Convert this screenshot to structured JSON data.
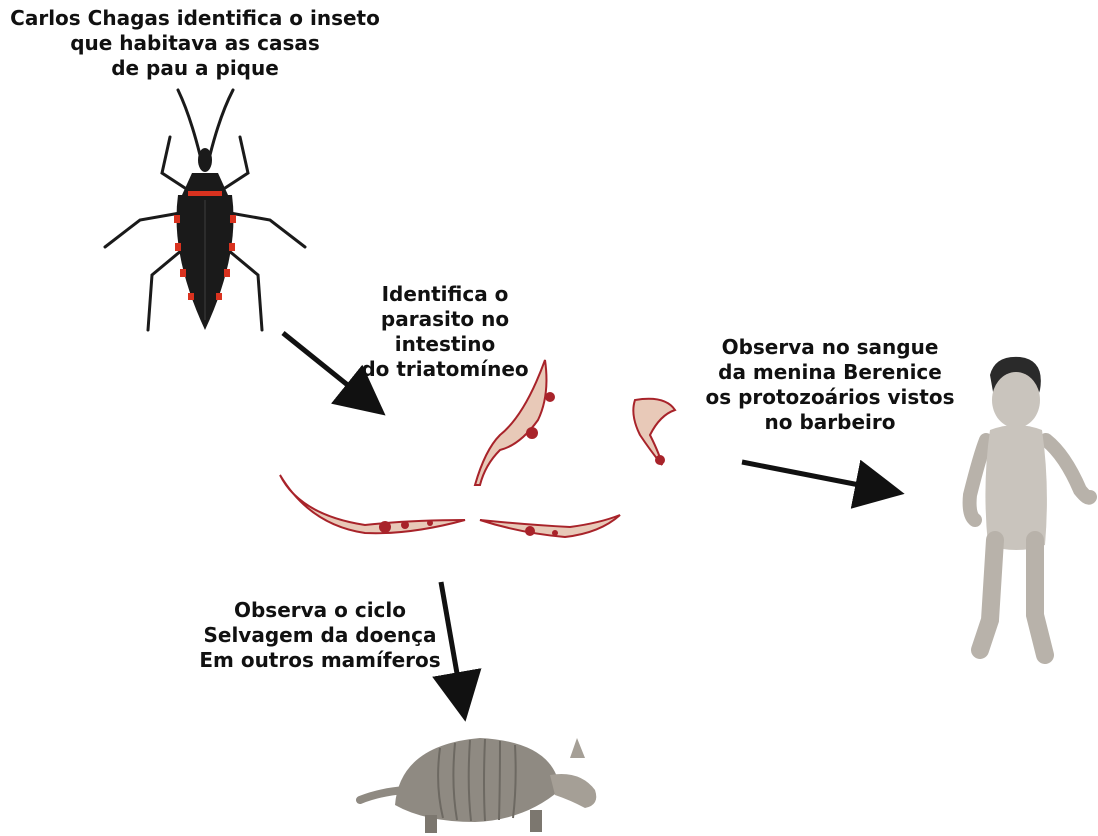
{
  "captions": {
    "insect": "Carlos Chagas identifica o inseto\nque habitava as casas\nde pau a pique",
    "parasite": "Identifica o\nparasito no intestino\ndo triatomíneo",
    "child": "Observa no sangue\nda menina Berenice\nos protozoários vistos\nno barbeiro",
    "cycle": "Observa o ciclo\nSelvagem da doença\nEm outros mamíferos"
  },
  "colors": {
    "text": "#111111",
    "arrow": "#111111",
    "insect_body": "#1a1a1a",
    "insect_stripe": "#d9321f",
    "parasite_body": "#e8c9b8",
    "parasite_stain": "#a8232a",
    "child_skin": "#c9c4bd",
    "armadillo_shell": "#8f8a82"
  },
  "illustrations": [
    {
      "name": "triatomine-bug"
    },
    {
      "name": "trypanosome-parasites"
    },
    {
      "name": "child-berenice"
    },
    {
      "name": "armadillo"
    }
  ]
}
